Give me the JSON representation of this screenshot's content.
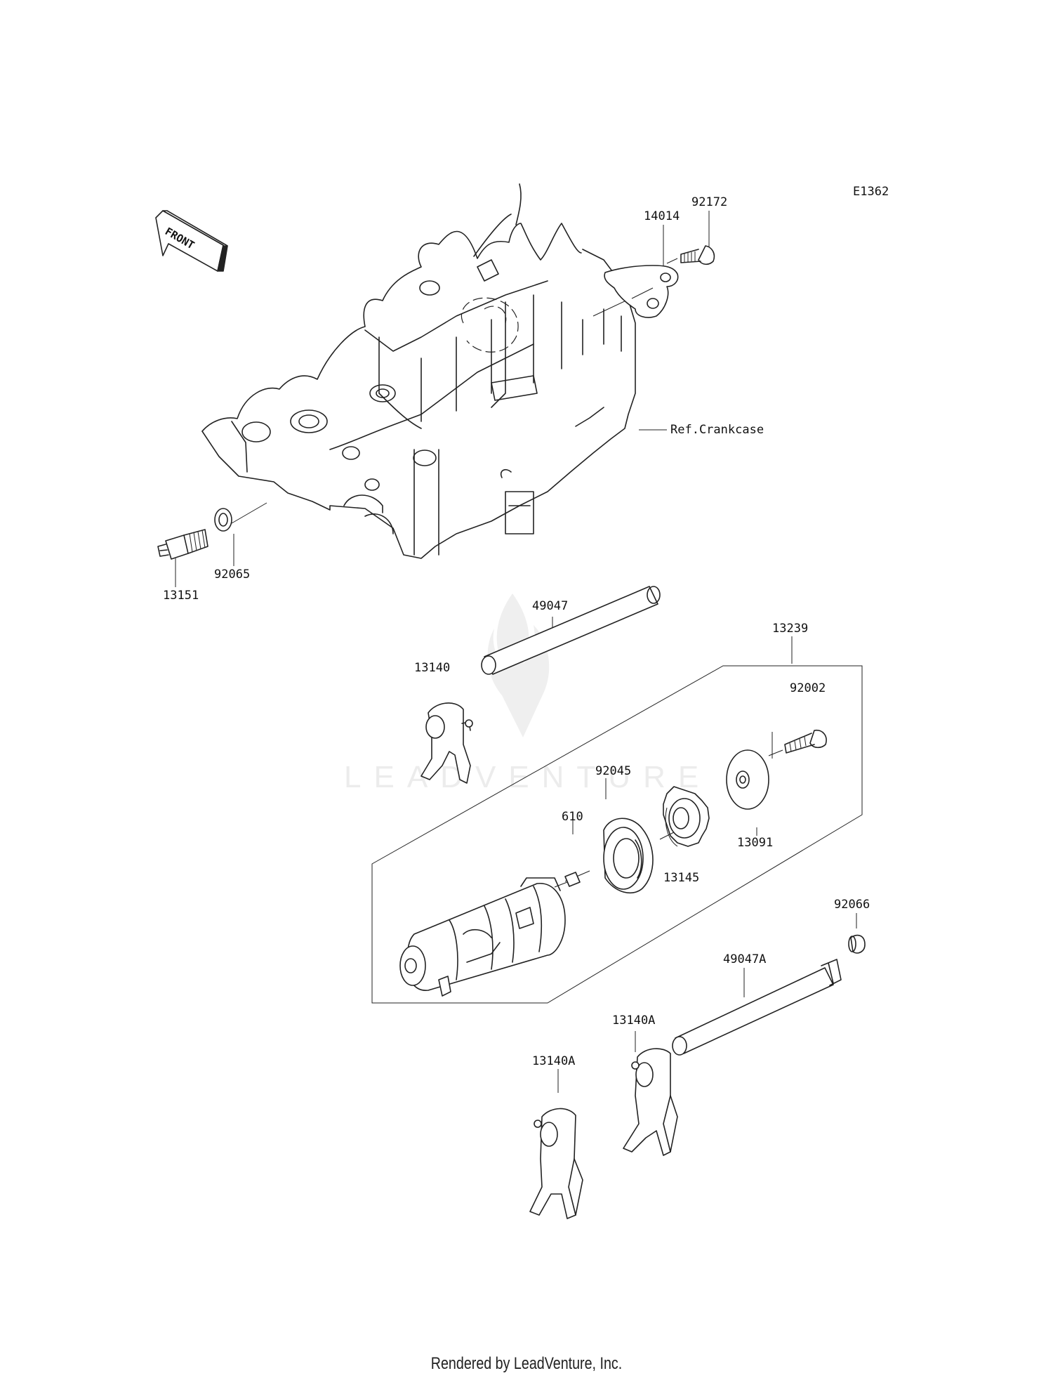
{
  "diagram_code": "E1362",
  "front_arrow_text": "FRONT",
  "reference_label": "Ref.Crankcase",
  "watermark": "LEADVENTURE",
  "footer": "Rendered by LeadVenture, Inc.",
  "parts": [
    {
      "id": "p92172",
      "number": "92172"
    },
    {
      "id": "p14014",
      "number": "14014"
    },
    {
      "id": "p92065",
      "number": "92065"
    },
    {
      "id": "p13151",
      "number": "13151"
    },
    {
      "id": "p49047",
      "number": "49047"
    },
    {
      "id": "p13239",
      "number": "13239"
    },
    {
      "id": "p13140",
      "number": "13140"
    },
    {
      "id": "p92002",
      "number": "92002"
    },
    {
      "id": "p92045",
      "number": "92045"
    },
    {
      "id": "p610",
      "number": "610"
    },
    {
      "id": "p13091",
      "number": "13091"
    },
    {
      "id": "p13145",
      "number": "13145"
    },
    {
      "id": "p92066",
      "number": "92066"
    },
    {
      "id": "p49047A",
      "number": "49047A"
    },
    {
      "id": "p13140A_1",
      "number": "13140A"
    },
    {
      "id": "p13140A_2",
      "number": "13140A"
    }
  ]
}
